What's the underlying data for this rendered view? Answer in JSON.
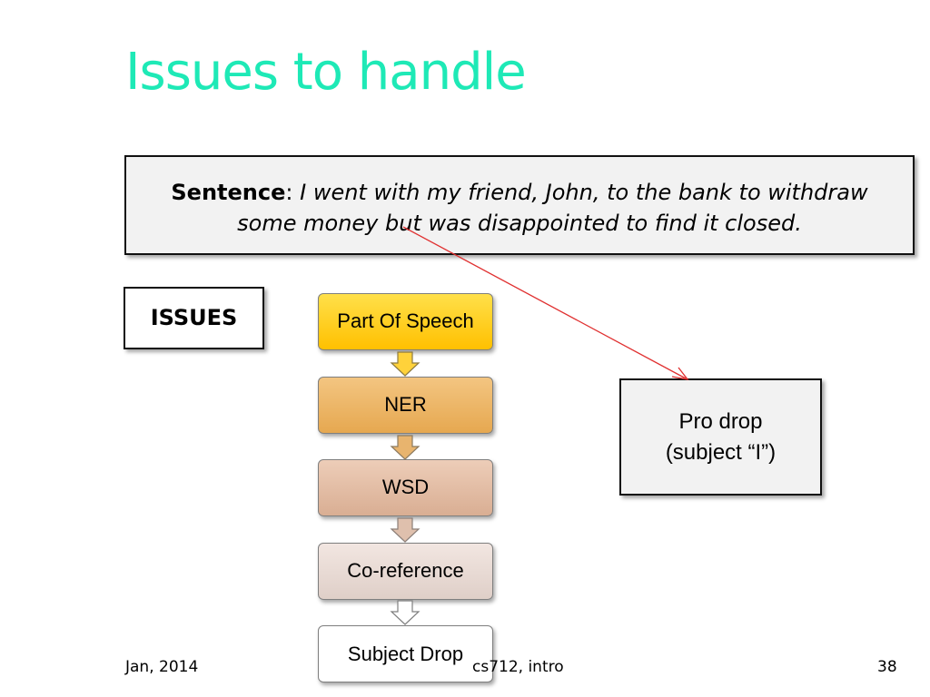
{
  "slide": {
    "title": "Issues to handle",
    "title_color": "#1ee9b6"
  },
  "sentence": {
    "label": "Sentence",
    "separator": ":",
    "text": "I went with my friend, John, to the bank to withdraw some money but was disappointed to find it closed."
  },
  "issues": {
    "label": "ISSUES"
  },
  "pipeline": {
    "steps": [
      {
        "label": "Part Of Speech",
        "color": "#ffc000"
      },
      {
        "label": "NER",
        "color": "#e6a850"
      },
      {
        "label": "WSD",
        "color": "#d9ae93"
      },
      {
        "label": "Co-reference",
        "color": "#dfcfc8"
      },
      {
        "label": "Subject Drop",
        "color": "#ffffff"
      }
    ]
  },
  "callout": {
    "line1": "Pro drop",
    "line2": "(subject “I”)",
    "arrow_color": "#e03030"
  },
  "footer": {
    "date": "Jan, 2014",
    "course": "cs712, intro",
    "page": "38"
  }
}
